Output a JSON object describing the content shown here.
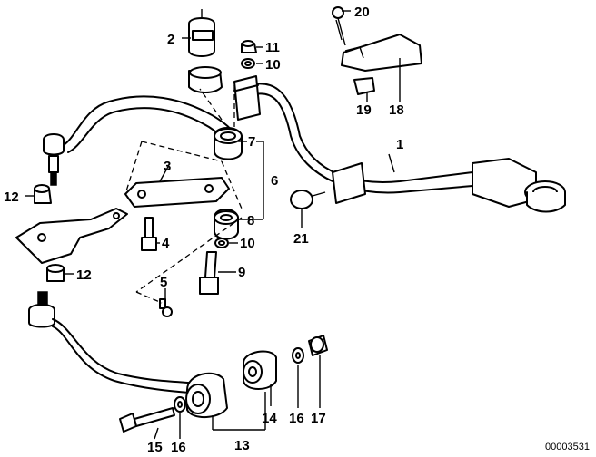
{
  "labels": {
    "p1": "1",
    "p2": "2",
    "p3": "3",
    "p4": "4",
    "p5": "5",
    "p6": "6",
    "p7": "7",
    "p8": "8",
    "p9": "9",
    "p10a": "10",
    "p10b": "10",
    "p11": "11",
    "p12a": "12",
    "p12b": "12",
    "p13": "13",
    "p14": "14",
    "p15": "15",
    "p16a": "16",
    "p16b": "16",
    "p17": "17",
    "p18": "18",
    "p19": "19",
    "p20": "20",
    "p21": "21"
  },
  "doc_number": "00003531"
}
